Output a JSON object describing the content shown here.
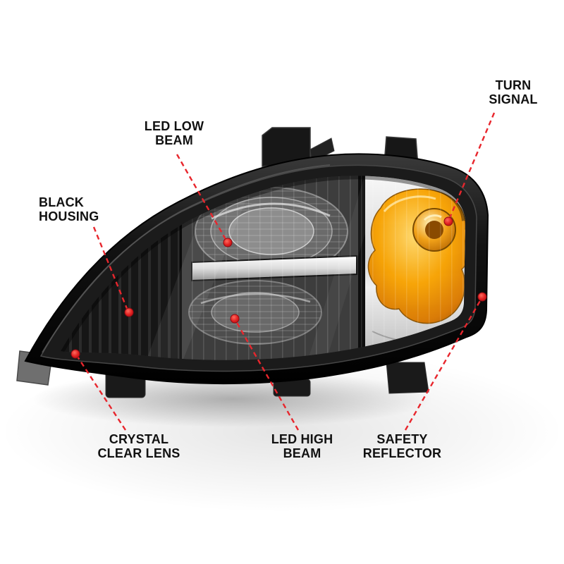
{
  "callouts": {
    "turn_signal": {
      "label": "TURN\nSIGNAL"
    },
    "led_low_beam": {
      "label": "LED LOW\nBEAM"
    },
    "black_housing": {
      "label": "BLACK\nHOUSING"
    },
    "crystal_clear_lens": {
      "label": "CRYSTAL\nCLEAR LENS"
    },
    "led_high_beam": {
      "label": "LED HIGH\nBEAM"
    },
    "safety_reflector": {
      "label": "SAFETY\nREFLECTOR"
    }
  },
  "colors": {
    "callout_text": "#111111",
    "leader_line_red": "#e8262d",
    "dot_red": "#c40e18",
    "housing_black": "#141414",
    "amber_turn_signal": "#f59e00",
    "chrome": "#d9d9d9",
    "background": "#ffffff"
  }
}
